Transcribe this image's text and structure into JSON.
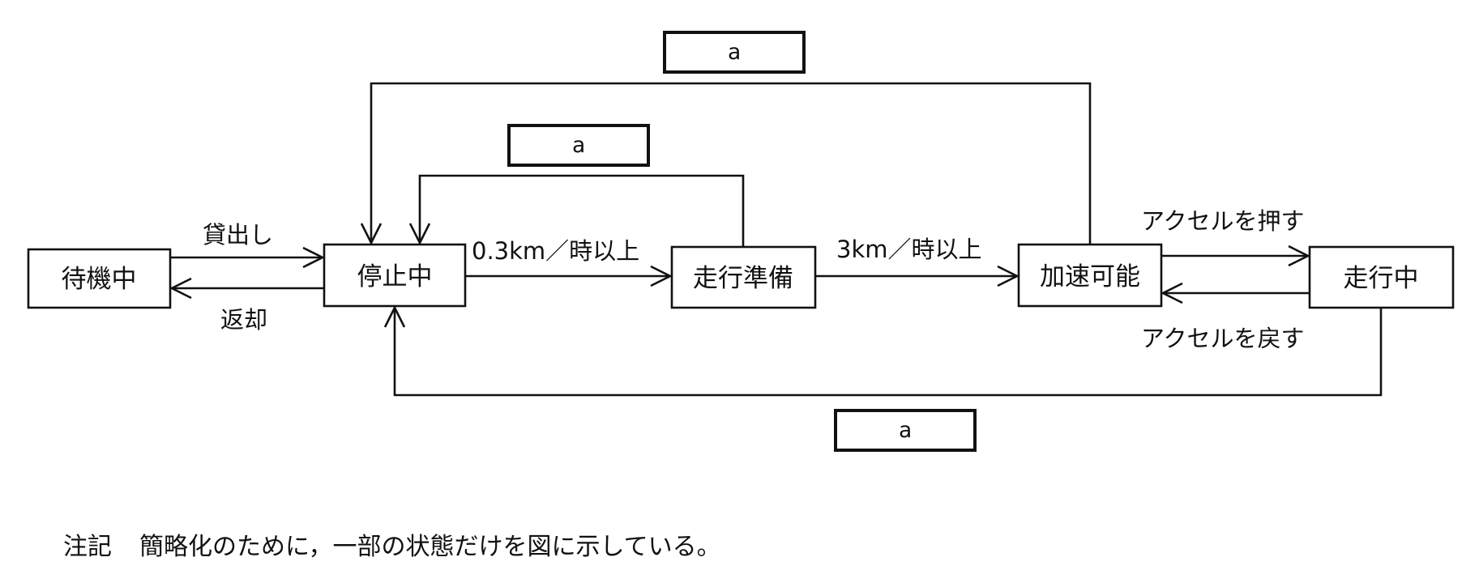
{
  "states": {
    "taikichu": "待機中",
    "teishichu": "停止中",
    "soko_junbi": "走行準備",
    "kasoku_kano": "加速可能",
    "sokochu": "走行中"
  },
  "transitions": {
    "kashidashi": "貸出し",
    "henkyaku": "返却",
    "speed_low": "0.3km／時以上",
    "speed_high": "3km／時以上",
    "accel_push": "アクセルを押す",
    "accel_release": "アクセルを戻す"
  },
  "guards": {
    "top": "a",
    "middle": "a",
    "bottom": "a"
  },
  "note": {
    "label": "注記",
    "text": "簡略化のために，一部の状態だけを図に示している。"
  }
}
